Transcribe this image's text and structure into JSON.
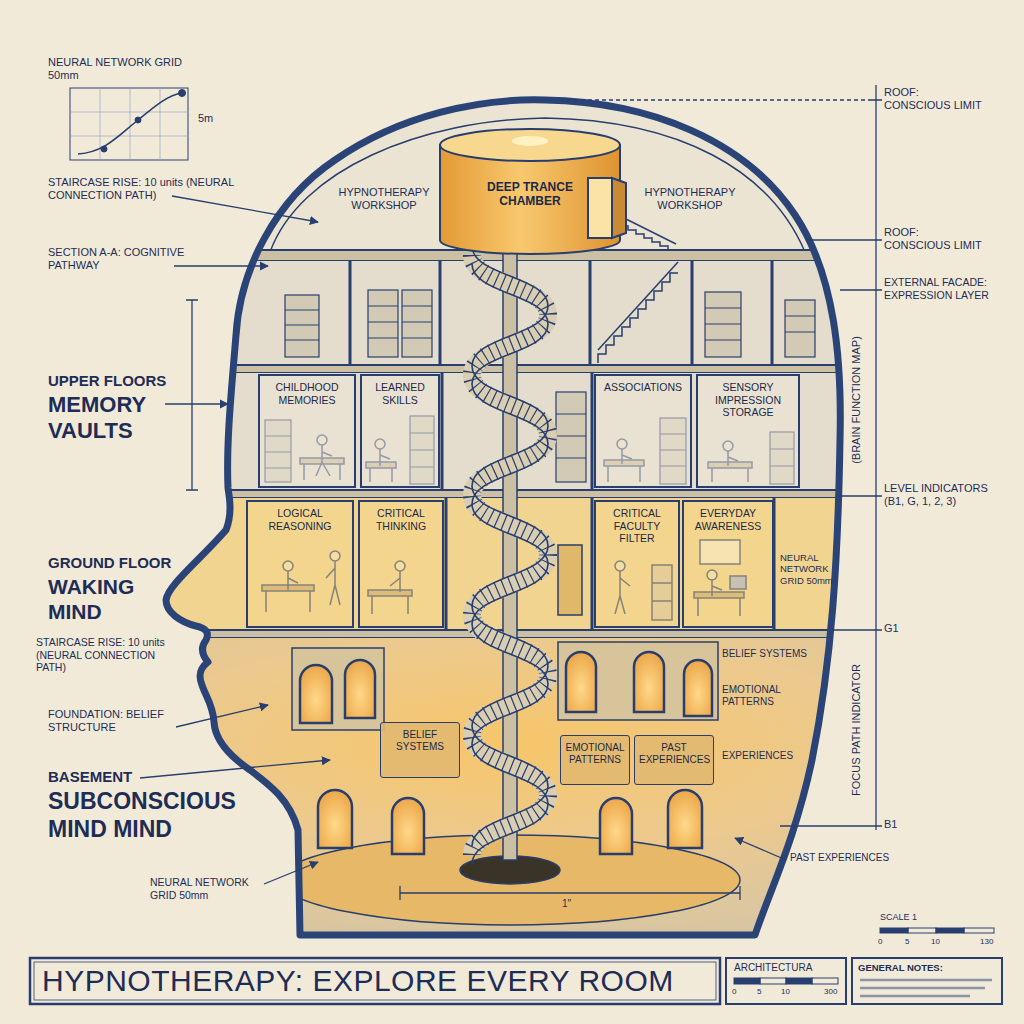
{
  "diagram": {
    "title": "HYPNOTHERAPY: EXPLORE EVERY ROOM",
    "nodes": [
      {
        "text": [
          "DEEP TRANCE CHAMBER"
        ]
      },
      {
        "text": [
          "CHILDHOOD MEMORIES"
        ]
      },
      {
        "text": [
          "LEARNED SKILLS"
        ]
      },
      {
        "text": [
          "ASSOCIATIONS"
        ]
      },
      {
        "text": [
          "SENSORY IMPRESSION STORAGE"
        ]
      },
      {
        "text": [
          "LOGICAL REASONING"
        ]
      },
      {
        "text": [
          "CRITICAL THINKING"
        ]
      },
      {
        "text": [
          "CRITICAL FACULTY FILTER"
        ]
      },
      {
        "text": [
          "EVERYDAY AWARENESS"
        ]
      },
      {
        "text": [
          "BELIEF SYSTEMS"
        ]
      },
      {
        "text": [
          "EMOTIONAL PATTERNS"
        ]
      },
      {
        "text": [
          "PAST EXPERIENCES"
        ]
      }
    ],
    "labels": [
      "NEURAL NETWORK GRID 50mm",
      "5m",
      "ROOF: CONSCIOUS LIMIT",
      "STAIRCASE RISE: 10 units (NEURAL CONNECTION PATH)",
      "HYPNOTHERAPY WORKSHOP",
      "HYPNOTHERAPY WORKSHOP",
      "ROOF: CONSCIOUS LIMIT",
      "SECTION A-A: COGNITIVE PATHWAY",
      "EXTERNAL FACADE: EXPRESSION LAYER",
      "(BRAIN FUNCTION MAP)",
      "UPPER FLOORS",
      "MEMORY VAULTS",
      "LEVEL INDICATORS (B1, G, 1, 2, 3)",
      "GROUND FLOOR",
      "WAKING MIND",
      "NEURAL NETWORK GRID 50mm",
      "G1",
      "STAIRCASE RISE: 10 units (NEURAL CONNECTION PATH)",
      "BELIEF SYSTEMS",
      "EMOTIONAL PATTERNS",
      "FOUNDATION: BELIEF STRUCTURE",
      "FOCUS PATH INDICATOR",
      "EXPERIENCES",
      "BASEMENT",
      "SUBCONSCIOUS MIND MIND",
      "B1",
      "PAST EXPERIENCES",
      "NEURAL NETWORK GRID 50mm",
      "1\"",
      "SCALE 1",
      "0",
      "5",
      "10",
      "130",
      "ARCHITECTURA",
      "0",
      "5",
      "10",
      "300",
      "GENERAL NOTES:"
    ]
  }
}
